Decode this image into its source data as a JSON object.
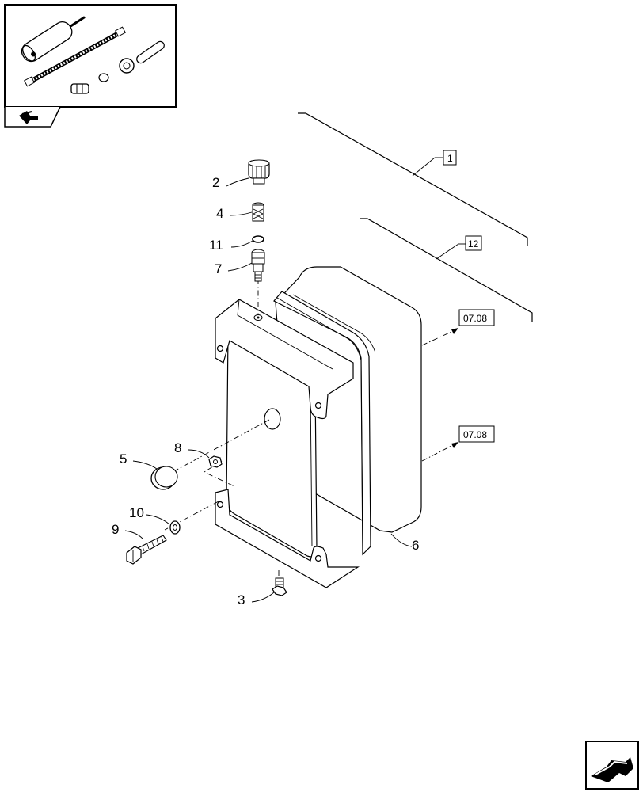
{
  "callouts": {
    "c1": "1",
    "c2": "2",
    "c3": "3",
    "c4": "4",
    "c5": "5",
    "c6": "6",
    "c7": "7",
    "c8": "8",
    "c9": "9",
    "c10": "10",
    "c11": "11",
    "c12": "12"
  },
  "references": {
    "ref_top": "07.08",
    "ref_mid": "07.08"
  },
  "icons": {
    "thumbnail": "kit-components-thumbnail",
    "nav_back": "back-arrow-icon",
    "nav_next": "next-page-arrow-icon"
  }
}
